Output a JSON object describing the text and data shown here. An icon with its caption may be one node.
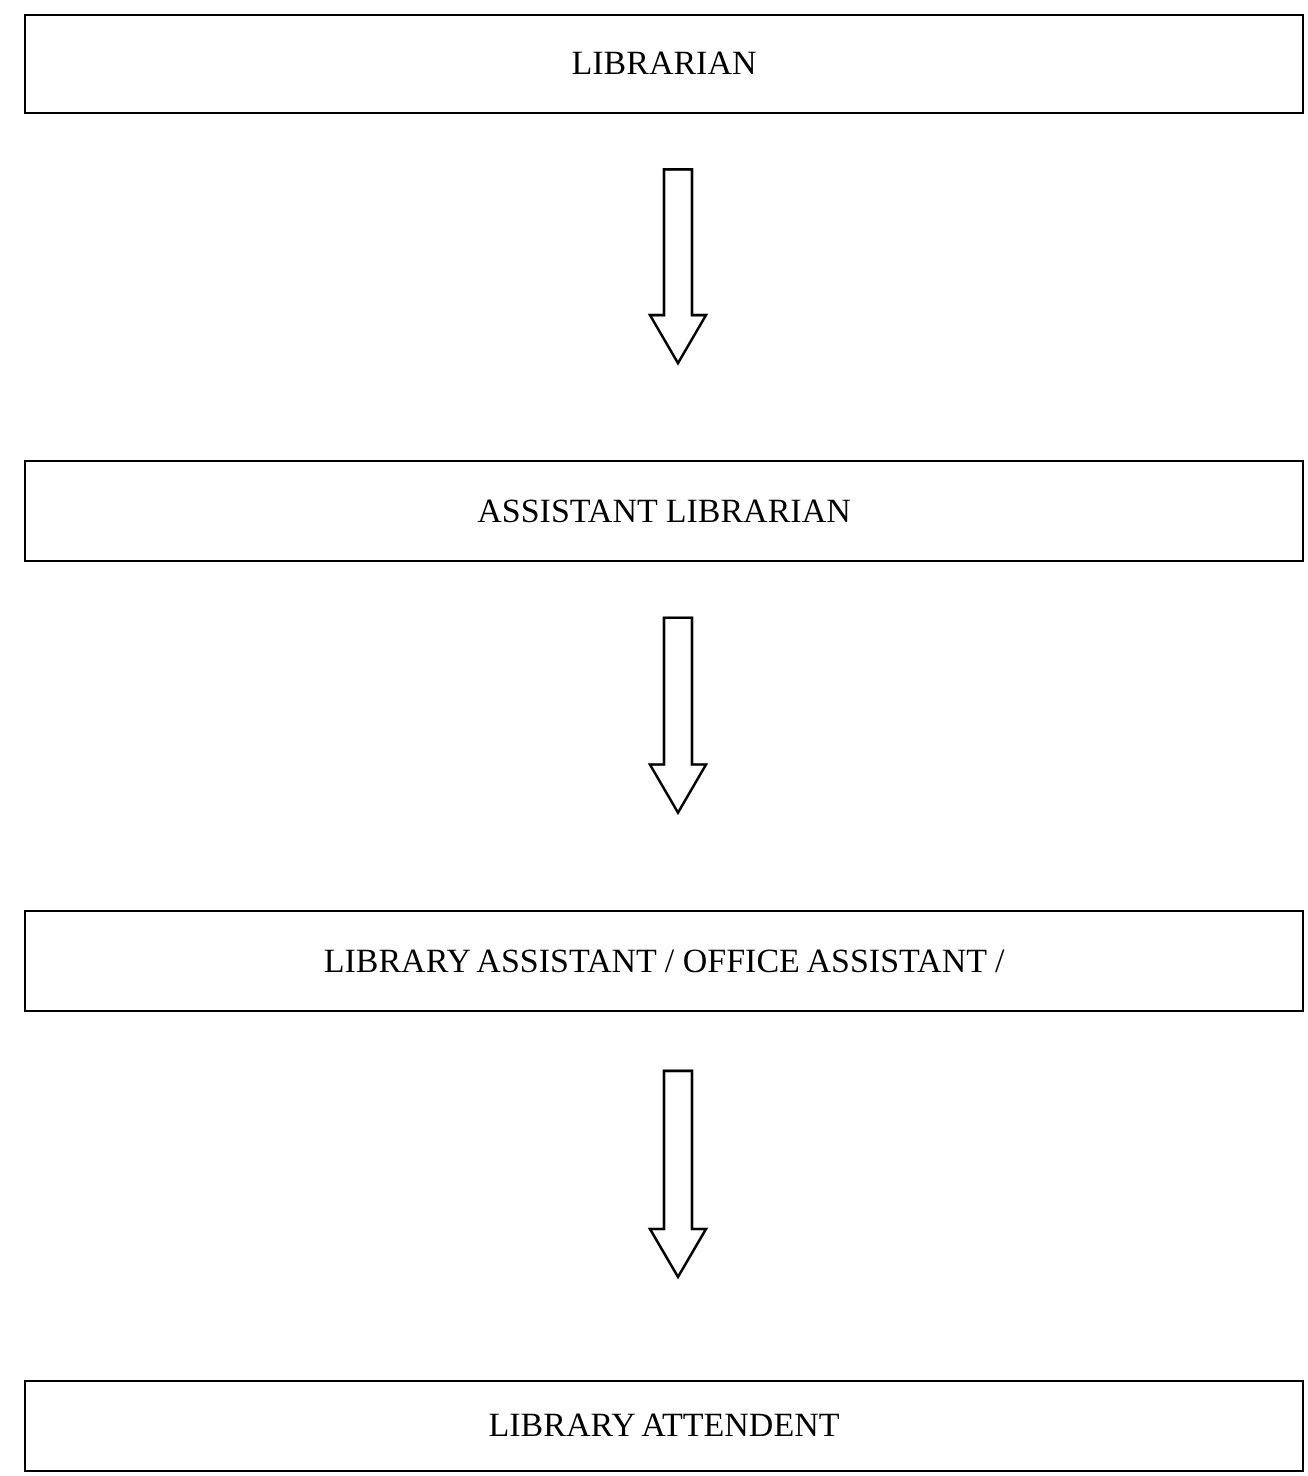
{
  "diagram": {
    "nodes": [
      {
        "text": [
          "LIBRARIAN"
        ]
      },
      {
        "text": [
          "ASSISTANT LIBRARIAN"
        ]
      },
      {
        "text": [
          "LIBRARY ASSISTANT / OFFICE ASSISTANT /"
        ]
      },
      {
        "text": [
          "LIBRARY ATTENDENT"
        ]
      }
    ],
    "edges": [
      {
        "from": 0,
        "to": 1,
        "arrow": "to"
      },
      {
        "from": 1,
        "to": 2,
        "arrow": "to"
      },
      {
        "from": 2,
        "to": 3,
        "arrow": "to"
      }
    ]
  }
}
